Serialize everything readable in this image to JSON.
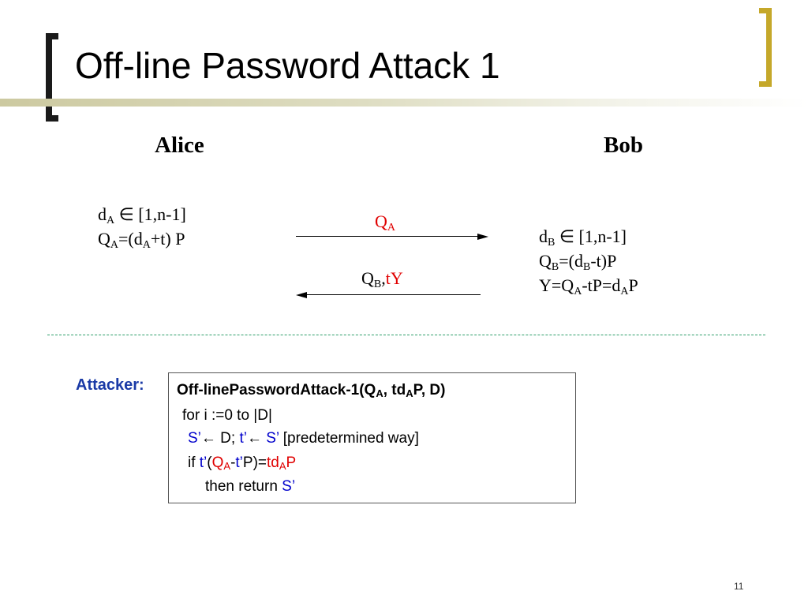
{
  "slide": {
    "title": "Off-line Password Attack 1",
    "page_number": "11"
  },
  "parties": {
    "alice": "Alice",
    "bob": "Bob"
  },
  "alice_math": {
    "l1_d": "d",
    "l1_sub": "A",
    "l1_rest": " ∈ [1,n-1]",
    "l2_q": "Q",
    "l2_sub1": "A",
    "l2_mid": "=(d",
    "l2_sub2": "A",
    "l2_end": "+t) P"
  },
  "bob_math": {
    "l1_d": "d",
    "l1_sub": "B",
    "l1_rest": " ∈ [1,n-1]",
    "l2_q": "Q",
    "l2_sub1": "B",
    "l2_mid": "=(d",
    "l2_sub2": "B",
    "l2_end": "-t)P",
    "l3_a": "Y=Q",
    "l3_sub1": "A",
    "l3_b": "-tP=d",
    "l3_sub2": "A",
    "l3_c": "P"
  },
  "messages": {
    "to_bob_q": "Q",
    "to_bob_sub": "A",
    "to_alice_q": "Q",
    "to_alice_sub": "B",
    "to_alice_sep": ",",
    "to_alice_ty": "tY"
  },
  "attacker": {
    "label": "Attacker:",
    "fn_name": "Off-linePasswordAttack-1(Q",
    "fn_sub1": "A",
    "fn_mid": ", td",
    "fn_sub2": "A",
    "fn_end": "P, D)",
    "loop": "for i :=0 to |D|",
    "l3_s": "S’",
    "l3_arrow": "← D;  ",
    "l3_t": "t’",
    "l3_arrow2": "← ",
    "l3_s2": "S’",
    "l3_note": " [predetermined way]",
    "l4_if": "if ",
    "l4_t": "t’",
    "l4_paren": "(",
    "l4_q": "Q",
    "l4_qsub": "A",
    "l4_dash": "-",
    "l4_t2": "t’",
    "l4_p": "P)=",
    "l4_td": "td",
    "l4_tdsub": "A",
    "l4_tdp": "P",
    "l5_then": "then return ",
    "l5_s": "S’"
  },
  "colors": {
    "highlight_red": "#e00000",
    "highlight_blue": "#0000cc",
    "attacker_label": "#1a3aa6",
    "bracket_gold": "#c5a82a",
    "dashed_green": "#2e9e6a"
  }
}
